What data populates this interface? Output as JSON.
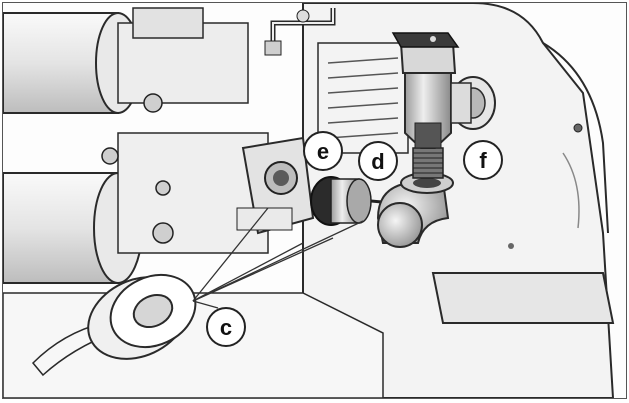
{
  "callouts": {
    "c": "c",
    "d": "d",
    "e": "e",
    "f": "f"
  },
  "colors": {
    "outline": "#2a2a2a",
    "body_light": "#f1f1f1",
    "body_mid": "#d9d9d9",
    "body_dark": "#9a9a9a",
    "metal_dark": "#3a3a3a"
  }
}
